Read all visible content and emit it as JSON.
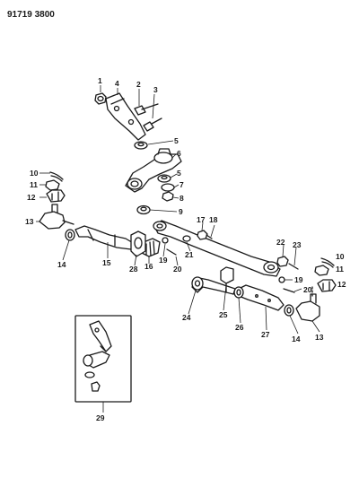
{
  "header": {
    "code": "91719 3800"
  },
  "callouts": {
    "c1": "1",
    "c2": "2",
    "c3": "3",
    "c4": "4",
    "c5a": "5",
    "c5b": "5",
    "c6": "6",
    "c7": "7",
    "c8": "8",
    "c9": "9",
    "c10a": "10",
    "c11a": "11",
    "c12a": "12",
    "c13a": "13",
    "c14a": "14",
    "c15": "15",
    "c16": "16",
    "c17": "17",
    "c18": "18",
    "c19a": "19",
    "c20a": "20",
    "c21": "21",
    "c22": "22",
    "c23": "23",
    "c10b": "10",
    "c11b": "11",
    "c19b": "19",
    "c20b": "20",
    "c12b": "12",
    "c24": "24",
    "c25": "25",
    "c26": "26",
    "c27": "27",
    "c14b": "14",
    "c13b": "13",
    "c28": "28",
    "c29": "29"
  }
}
